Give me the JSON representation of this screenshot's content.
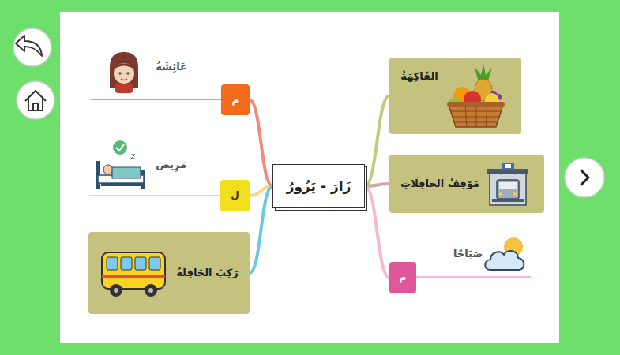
{
  "diagram": {
    "nodes": [
      {
        "text": [
          "زَارَ - يَزُورُ"
        ]
      },
      {
        "text": [
          "الفَاكِهَةُ"
        ]
      },
      {
        "text": [
          "مَوْقِفُ الحَافِلَاتِ"
        ]
      },
      {
        "text": [
          "م"
        ]
      },
      {
        "text": [
          "م"
        ]
      },
      {
        "text": [
          "ل"
        ]
      },
      {
        "text": [
          "رَكِبَ الحَافِلَةُ"
        ]
      }
    ],
    "edges": [
      {
        "from": 0,
        "to": 1,
        "arrow": "none"
      },
      {
        "from": 0,
        "to": 2,
        "arrow": "none"
      },
      {
        "from": 0,
        "to": 3,
        "arrow": "none"
      },
      {
        "from": 0,
        "to": 4,
        "arrow": "none"
      },
      {
        "from": 0,
        "to": 5,
        "arrow": "none"
      },
      {
        "from": 0,
        "to": 6,
        "arrow": "none"
      }
    ],
    "labels": [
      "عَائِشَةُ",
      "مَرِيض",
      "صَبَاحًا"
    ]
  }
}
